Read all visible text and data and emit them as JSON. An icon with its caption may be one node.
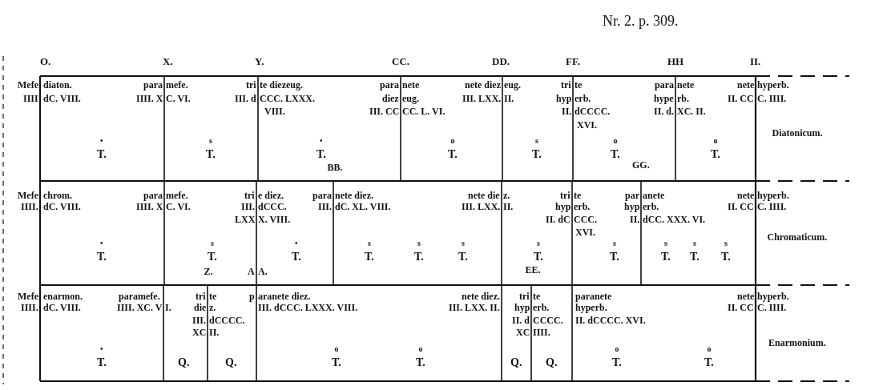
{
  "diagram": {
    "labels": [
      "Nr. 2. p. 309.",
      "O.",
      "X.",
      "Y.",
      "CC.",
      "DD.",
      "FF.",
      "HH",
      "II.",
      "Mefe",
      "diaton.",
      "para",
      "mefe.",
      "tri",
      "te diezeug.",
      "para",
      "nete",
      "nete diez",
      "eug.",
      "tri",
      "te",
      "para",
      "nete",
      "nete",
      "hyperb.",
      "IIII",
      "dC. VIII.",
      "IIII. X",
      "C. VI.",
      "III. d",
      "CCC. LXXX.",
      "diez",
      "eug.",
      "III. LXX.",
      "II.",
      "hyp",
      "erb.",
      "hype",
      "rb.",
      "II. CC",
      "C. IIII.",
      "VIII.",
      "III. CC",
      "CC. L. VI.",
      "II.",
      "dCCCC.",
      "II. d.",
      "XC. II.",
      "XVI.",
      "Diatonicum.",
      "•",
      "s",
      "•",
      "o",
      "s",
      "o",
      "o",
      "T.",
      "T.",
      "T.",
      "T.",
      "T.",
      "T.",
      "T.",
      "BB.",
      "GG.",
      "Mefe",
      "chrom.",
      "para",
      "mefe.",
      "tri",
      "e diez.",
      "para",
      "nete diez.",
      "nete die",
      "z.",
      "tri",
      "te",
      "par",
      "anete",
      "nete",
      "hyperb.",
      "IIII.",
      "dC. VIII.",
      "IIII. X",
      "C. VI.",
      "III.",
      "dCCC.",
      "III.",
      "dC. XL. VIII.",
      "III. LXX.",
      "II.",
      "hyp",
      "erb.",
      "hyp",
      "erb.",
      "II. CC",
      "C. IIII.",
      "LXX",
      "X. VIII.",
      "II. dC",
      "CCC.",
      "II.",
      "dCC. XXX. VI.",
      "XVI.",
      "Chromaticum.",
      "•",
      "s",
      "•",
      "s",
      "s",
      "s",
      "s",
      "s",
      "s",
      "s",
      "s",
      "T.",
      "T.",
      "T.",
      "T.",
      "T.",
      "T.",
      "T.",
      "T.",
      "T.",
      "T.",
      "T.",
      "Z.",
      "A",
      "A.",
      "EE.",
      "Mefe",
      "enarmon.",
      "paramefe.",
      "tri",
      "te",
      "p",
      "aranete diez.",
      "nete diez.",
      "tri",
      "te",
      "paranete",
      "nete",
      "hyperb.",
      "IIII.",
      "dC. VIII.",
      "IIII. XC. V",
      "I.",
      "die",
      "z.",
      "III. dCCC. LXXX. VIII.",
      "III. LXX. II.",
      "hyp",
      "erb.",
      "hyperb.",
      "II. CC",
      "C. IIII.",
      "III.",
      "dCCCC.",
      "II. d",
      "CCCC.",
      "II. dCCCC. XVI.",
      "XC",
      "II.",
      "XC",
      "IIII.",
      "Enarmonium.",
      "•",
      "o",
      "o",
      "o",
      "o",
      "T.",
      "Q.",
      "Q.",
      "T.",
      "T.",
      "Q.",
      "Q.",
      "T.",
      "T."
    ]
  }
}
